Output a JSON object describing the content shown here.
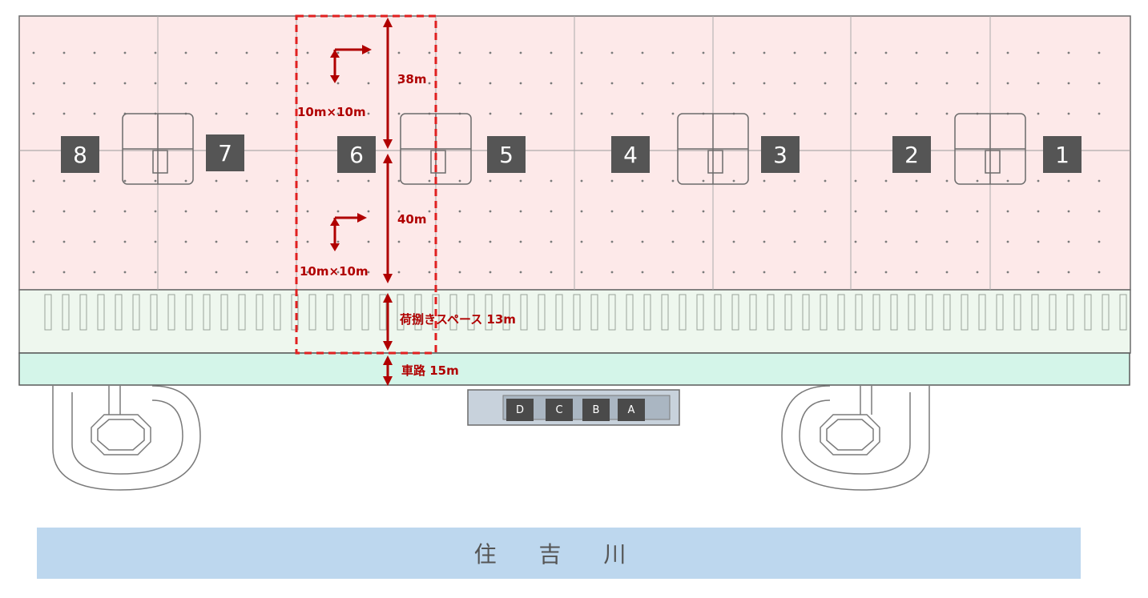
{
  "bays": [
    "8",
    "7",
    "6",
    "5",
    "4",
    "3",
    "2",
    "1"
  ],
  "berths": [
    "D",
    "C",
    "B",
    "A"
  ],
  "dimensions": {
    "upper_depth": "38m",
    "lower_depth": "40m",
    "grid_upper": "10m×10m",
    "grid_lower": "10m×10m",
    "loading_space": "荷捌きスペース 13m",
    "roadway": "車路 15m"
  },
  "river": "住 吉 川",
  "colors": {
    "warehouse_fill": "#fde9e9",
    "loading_fill": "#eef7ee",
    "road_fill": "#d4f5e9",
    "annotation": "#b00000",
    "bay_label": "#555555",
    "river": "#bdd7ee"
  }
}
